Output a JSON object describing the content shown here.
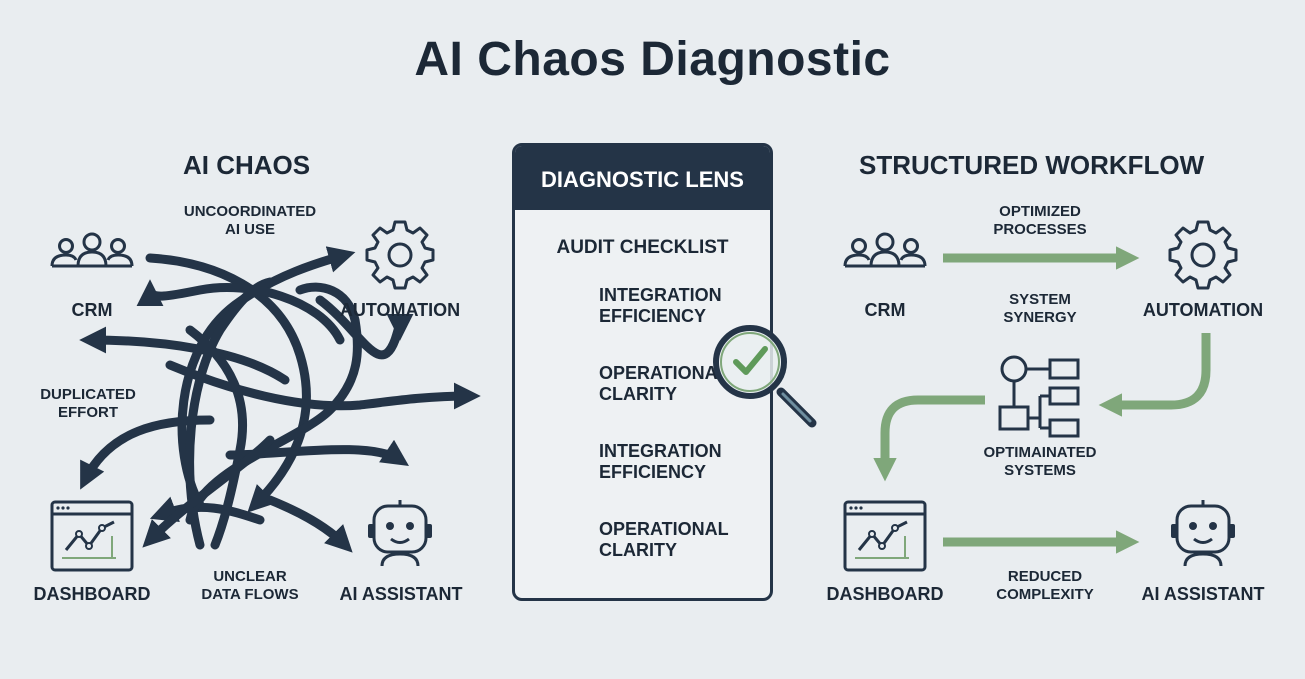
{
  "title": "AI Chaos Diagnostic",
  "colors": {
    "dark": "#243447",
    "green": "#7fa77a",
    "check": "#5f9a5a",
    "background": "#e9edf0"
  },
  "left": {
    "heading": "AI CHAOS",
    "nodes": {
      "crm": "CRM",
      "automation": "AUTOMATION",
      "dashboard": "DASHBOARD",
      "assistant": "AI ASSISTANT"
    },
    "annotations": {
      "uncoordinated_1": "UNCOORDINATED",
      "uncoordinated_2": "AI USE",
      "duplicated_1": "DUPLICATED",
      "duplicated_2": "EFFORT",
      "unclear_1": "UNCLEAR",
      "unclear_2": "DATA FLOWS"
    },
    "icons": [
      "people-icon",
      "gear-icon",
      "dashboard-chart-icon",
      "robot-icon"
    ]
  },
  "center": {
    "heading": "DIAGNOSTIC LENS",
    "subheading": "AUDIT CHECKLIST",
    "items": [
      {
        "line1": "INTEGRATION",
        "line2": "EFFICIENCY"
      },
      {
        "line1": "OPERATIONAL",
        "line2": "CLARITY"
      },
      {
        "line1": "INTEGRATION",
        "line2": "EFFICIENCY"
      },
      {
        "line1": "OPERATIONAL",
        "line2": "CLARITY"
      }
    ],
    "icons": [
      "check-circle-icon",
      "magnifier-icon"
    ]
  },
  "right": {
    "heading": "STRUCTURED WORKFLOW",
    "nodes": {
      "crm": "CRM",
      "automation": "AUTOMATION",
      "dashboard": "DASHBOARD",
      "assistant": "AI ASSISTANT"
    },
    "annotations": {
      "optimized_1": "OPTIMIZED",
      "optimized_2": "PROCESSES",
      "synergy_1": "SYSTEM",
      "synergy_2": "SYNERGY",
      "systems_1": "OPTIMAINATED",
      "systems_2": "SYSTEMS",
      "reduced_1": "REDUCED",
      "reduced_2": "COMPLEXITY"
    },
    "icons": [
      "people-icon",
      "gear-icon",
      "flowchart-icon",
      "dashboard-chart-icon",
      "robot-icon"
    ]
  }
}
